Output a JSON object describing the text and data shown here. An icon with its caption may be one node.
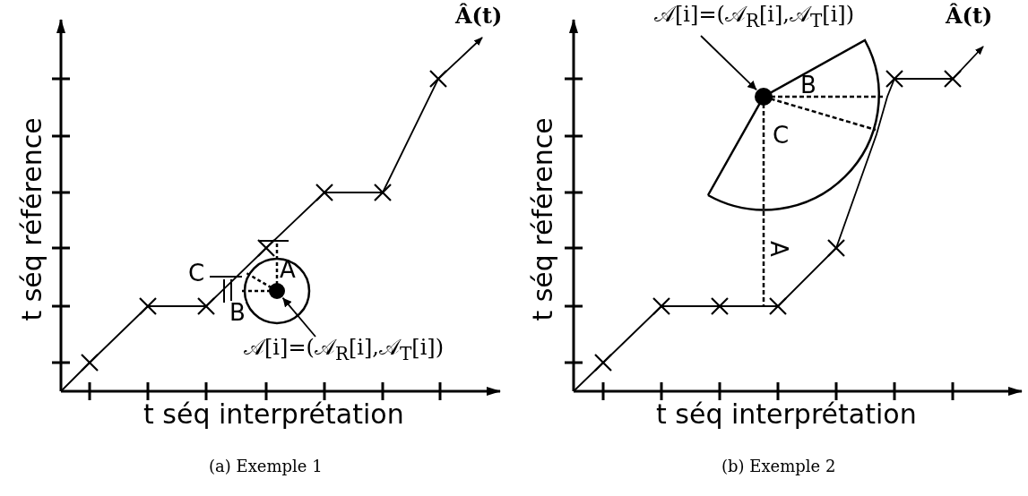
{
  "diagram": {
    "nodes": [
      {
        "text": [
          "𝒜[i]=(𝒜$_{R}$[i],𝒜$_{T}$[i])"
        ]
      },
      {
        "text": [],
        "shape": "circle"
      },
      {
        "text": [
          "𝒜[i]=(𝒜$_{R}$[i],𝒜$_{T}$[i])"
        ]
      },
      {
        "text": [],
        "shape": "circle"
      }
    ],
    "edges": [
      {
        "from": 0,
        "to": 1,
        "arrow": "to"
      },
      {
        "from": 2,
        "to": 3,
        "arrow": "to"
      }
    ],
    "labels": [
      "t séq référence",
      "Â(t)",
      "C",
      "A",
      "B",
      "t séq interprétation",
      "(a) Exemple 1",
      "t séq référence",
      "Â(t)",
      "B",
      "C",
      "A",
      "t séq interprétation",
      "(b) Exemple 2"
    ]
  }
}
